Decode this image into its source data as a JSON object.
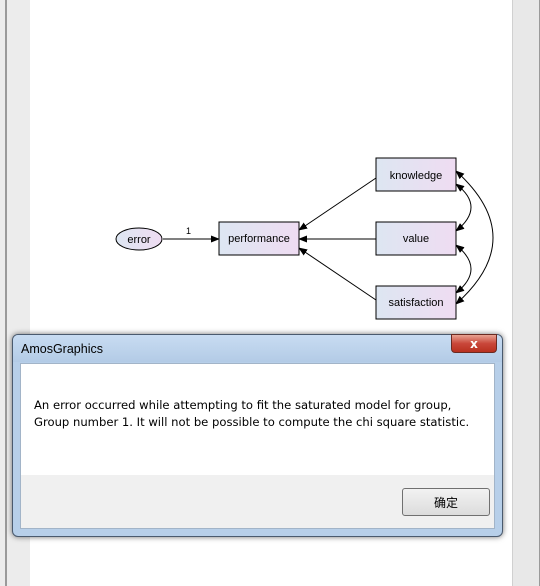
{
  "diagram": {
    "nodes": {
      "error": "error",
      "performance": "performance",
      "knowledge": "knowledge",
      "value": "value",
      "satisfaction": "satisfaction"
    },
    "error_path_coefficient": "1"
  },
  "dialog": {
    "title": "AmosGraphics",
    "close_glyph": "x",
    "message": "An error occurred while attempting to fit the saturated model for group, Group number 1. It will not be possible to compute the chi square statistic.",
    "ok_label": "确定"
  },
  "colors": {
    "node_fill_start": "#dde6f2",
    "node_fill_end": "#efdcf2",
    "dialog_frame": "#b7cfe9",
    "close_button": "#c9473a"
  }
}
